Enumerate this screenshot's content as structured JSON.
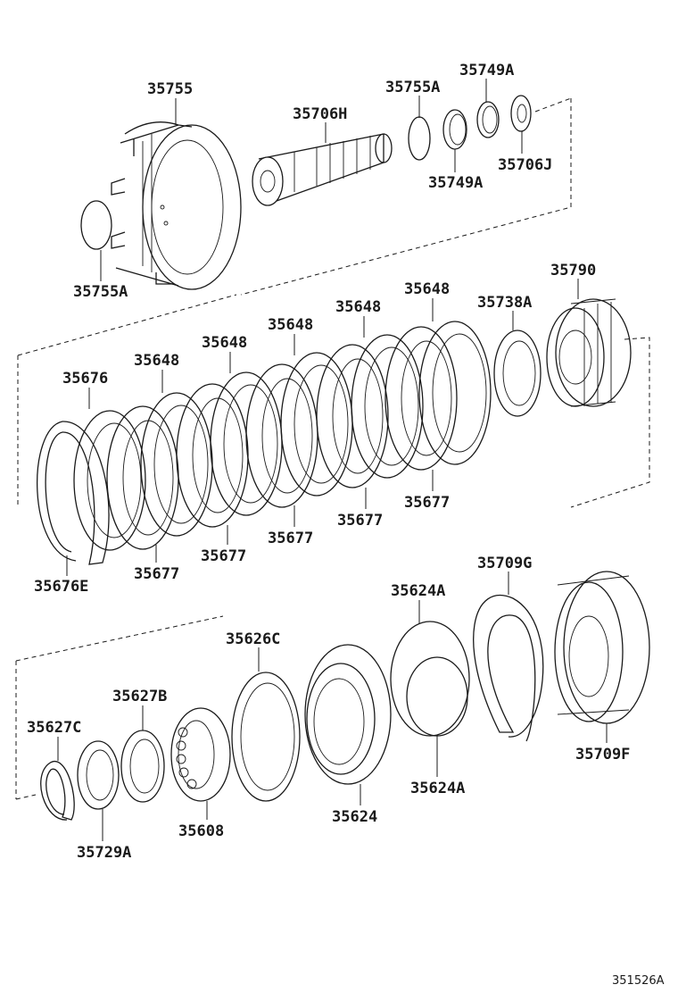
{
  "diagram": {
    "figure_number": "351526A",
    "labels": {
      "p35755": "35755",
      "p35755A_top": "35755A",
      "p35749A_top": "35749A",
      "p35706H": "35706H",
      "p35749A_bot": "35749A",
      "p35706J": "35706J",
      "p35755A_bot": "35755A",
      "p35790": "35790",
      "p35738A": "35738A",
      "p35648_a": "35648",
      "p35648_b": "35648",
      "p35648_c": "35648",
      "p35648_d": "35648",
      "p35648_e": "35648",
      "p35676": "35676",
      "p35677_a": "35677",
      "p35677_b": "35677",
      "p35677_c": "35677",
      "p35677_d": "35677",
      "p35677_e": "35677",
      "p35676E": "35676E",
      "p35709G": "35709G",
      "p35624A_top": "35624A",
      "p35626C": "35626C",
      "p35627B": "35627B",
      "p35627C": "35627C",
      "p35709F": "35709F",
      "p35624A_bot": "35624A",
      "p35624": "35624",
      "p35608": "35608",
      "p35729A": "35729A"
    }
  }
}
